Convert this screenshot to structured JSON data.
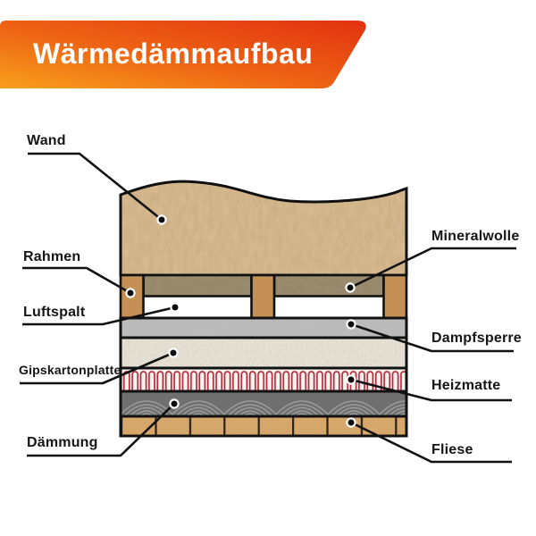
{
  "banner": {
    "title": "Wärmedämmaufbau",
    "gradient_from": "#e23210",
    "gradient_mid": "#ee6414",
    "gradient_to": "#f8a01c"
  },
  "labels": {
    "wand": "Wand",
    "rahmen": "Rahmen",
    "luftspalt": "Luftspalt",
    "gipskartonplatte": "Gipskartonplatte",
    "daemmung": "Dämmung",
    "mineralwolle": "Mineralwolle",
    "dampfsperre": "Dampfsperre",
    "heizmatte": "Heizmatte",
    "fliese": "Fliese"
  },
  "colors": {
    "wall_base": "#dcbd92",
    "frame_wood": "#c78f50",
    "mineral_wool": "#9d8e6e",
    "air_gap": "#ffffff",
    "vapor_barrier": "#bdbdbd",
    "plasterboard": "#ece8dc",
    "heating_bg": "#f7f3ef",
    "heating_coil": "#b7293a",
    "adhesive": "#6f6f6f",
    "adhesive_comb": "#a3a3a3",
    "tile": "#d9a766",
    "tile_joint": "#2b2119",
    "outline": "#111111"
  },
  "layers_top_to_bottom": [
    "Wand",
    "Rahmen + Mineralwolle",
    "Luftspalt",
    "Dampfsperre",
    "Gipskartonplatte",
    "Heizmatte",
    "Dämmung",
    "Fliese"
  ]
}
